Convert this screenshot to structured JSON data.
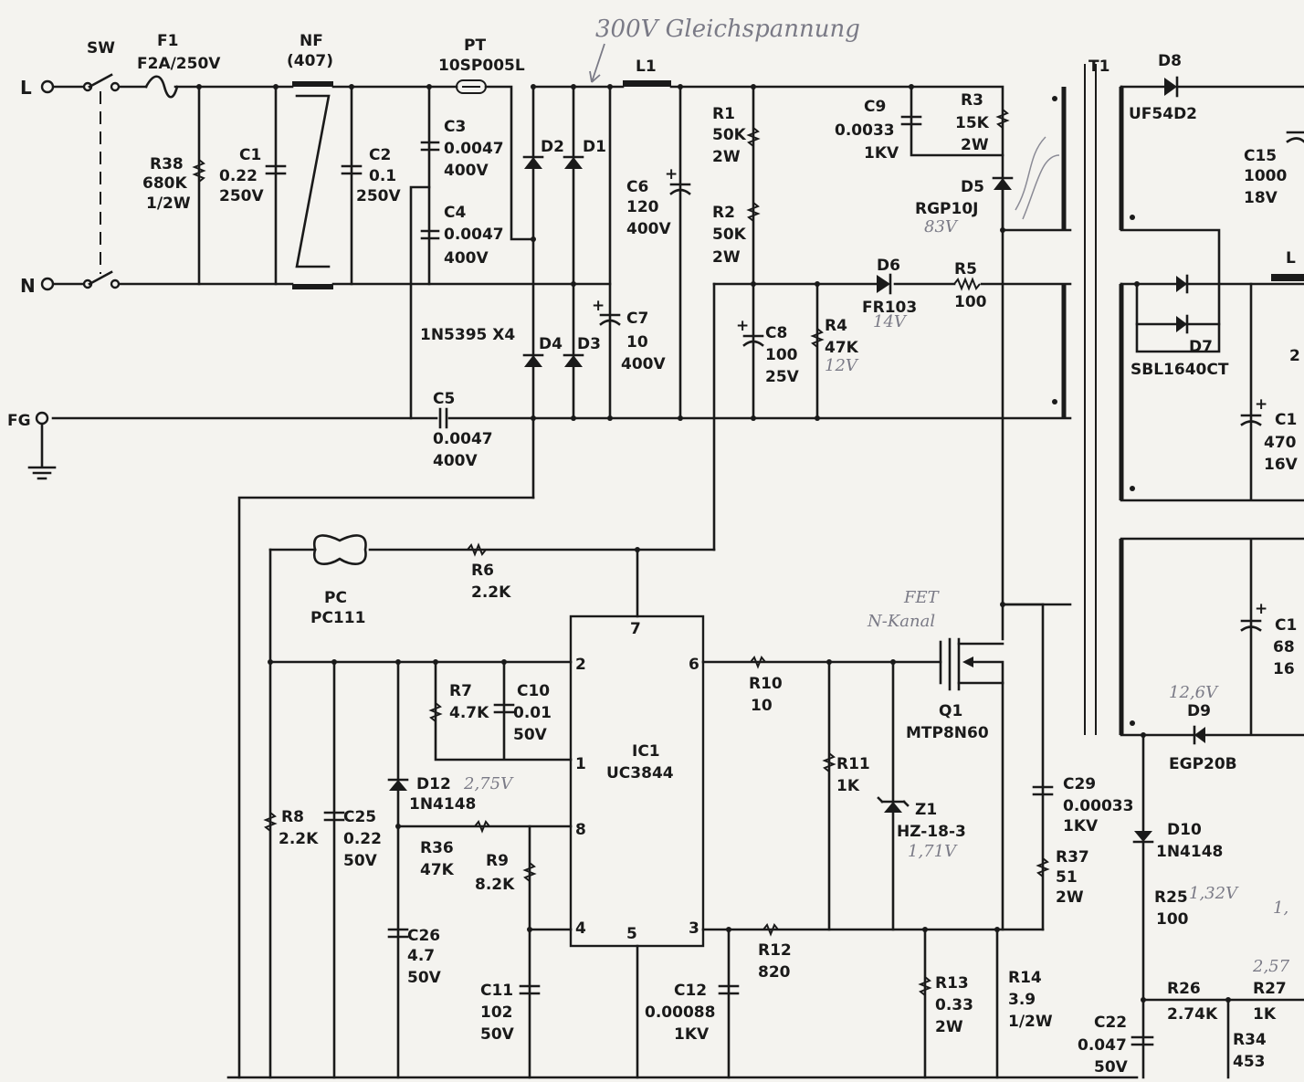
{
  "ac_input": {
    "line_label": "L",
    "neutral_label": "N",
    "ground_label": "FG",
    "switch": "SW",
    "fuse": {
      "ref": "F1",
      "value": "F2A/250V"
    },
    "filter": {
      "ref": "NF",
      "value": "(407)"
    },
    "thermistor": {
      "ref": "PT",
      "value": "10SP005L"
    }
  },
  "bridge": {
    "diodes": [
      "D1",
      "D2",
      "D3",
      "D4"
    ],
    "part": "1N5395 X4"
  },
  "annotations": {
    "dc_bus": "300V Gleichspannung",
    "fet_type_line1": "FET",
    "fet_type_line2": "N-Kanal",
    "d5_voltage": "83V",
    "d6_voltage": "14V",
    "r4_voltage": "12V",
    "d12_voltage": "2,75V",
    "z1_voltage": "1,71V",
    "r25_voltage": "1,32V",
    "d9_voltage": "12,6V",
    "r27_voltage": "2,57",
    "r25_side": "1,"
  },
  "capacitors": {
    "C1": {
      "value": "0.22",
      "rating": "250V"
    },
    "C2": {
      "value": "0.1",
      "rating": "250V"
    },
    "C3": {
      "value": "0.0047",
      "rating": "400V"
    },
    "C4": {
      "value": "0.0047",
      "rating": "400V"
    },
    "C5": {
      "value": "0.0047",
      "rating": "400V"
    },
    "C6": {
      "value": "120",
      "rating": "400V"
    },
    "C7": {
      "value": "10",
      "rating": "400V"
    },
    "C8": {
      "value": "100",
      "rating": "25V"
    },
    "C9": {
      "value": "0.0033",
      "rating": "1KV"
    },
    "C10": {
      "value": "0.01",
      "rating": "50V"
    },
    "C11": {
      "value": "102",
      "rating": "50V"
    },
    "C12": {
      "value": "0.00088",
      "rating": "1KV"
    },
    "C15": {
      "value": "1000",
      "rating": "18V"
    },
    "C22": {
      "value": "0.047",
      "rating": "50V"
    },
    "C25": {
      "value": "0.22",
      "rating": "50V"
    },
    "C26": {
      "value": "4.7",
      "rating": "50V"
    },
    "C29": {
      "value": "0.00033",
      "rating": "1KV"
    },
    "C1x_a": {
      "ref": "C1",
      "value": "470",
      "rating": "16V"
    },
    "C1x_b": {
      "ref": "C1",
      "value": "68",
      "rating": "16"
    }
  },
  "resistors": {
    "R1": {
      "value": "50K",
      "rating": "2W"
    },
    "R2": {
      "value": "50K",
      "rating": "2W"
    },
    "R3": {
      "value": "15K",
      "rating": "2W"
    },
    "R4": {
      "value": "47K"
    },
    "R5": {
      "value": "100"
    },
    "R6": {
      "value": "2.2K"
    },
    "R7": {
      "value": "4.7K"
    },
    "R8": {
      "value": "2.2K"
    },
    "R9": {
      "value": "8.2K"
    },
    "R10": {
      "value": "10"
    },
    "R11": {
      "value": "1K"
    },
    "R12": {
      "value": "820"
    },
    "R13": {
      "value": "0.33",
      "rating": "2W"
    },
    "R14": {
      "value": "3.9",
      "rating": "1/2W"
    },
    "R25": {
      "value": "100"
    },
    "R26": {
      "value": "2.74K"
    },
    "R27": {
      "value": "1K"
    },
    "R34": {
      "value": "453"
    },
    "R36": {
      "value": "47K"
    },
    "R37": {
      "value": "51",
      "rating": "2W"
    },
    "R38": {
      "value": "680K",
      "rating": "1/2W"
    }
  },
  "diodes": {
    "D5": "RGP10J",
    "D6": "FR103",
    "D7": "SBL1640CT",
    "D8": "UF54D2",
    "D9": "EGP20B",
    "D10": "1N4148",
    "D12": "1N4148",
    "Z1": {
      "ref": "Z1",
      "part": "HZ-18-3"
    }
  },
  "semis": {
    "Q1": {
      "ref": "Q1",
      "part": "MTP8N60"
    },
    "IC1": {
      "ref": "IC1",
      "part": "UC3844",
      "pins": [
        "1",
        "2",
        "3",
        "4",
        "5",
        "6",
        "7",
        "8"
      ]
    },
    "PC": {
      "ref": "PC",
      "part": "PC111"
    },
    "L1": "L1",
    "L2_partial": "L",
    "T1": "T1",
    "partial_edge": "2"
  }
}
